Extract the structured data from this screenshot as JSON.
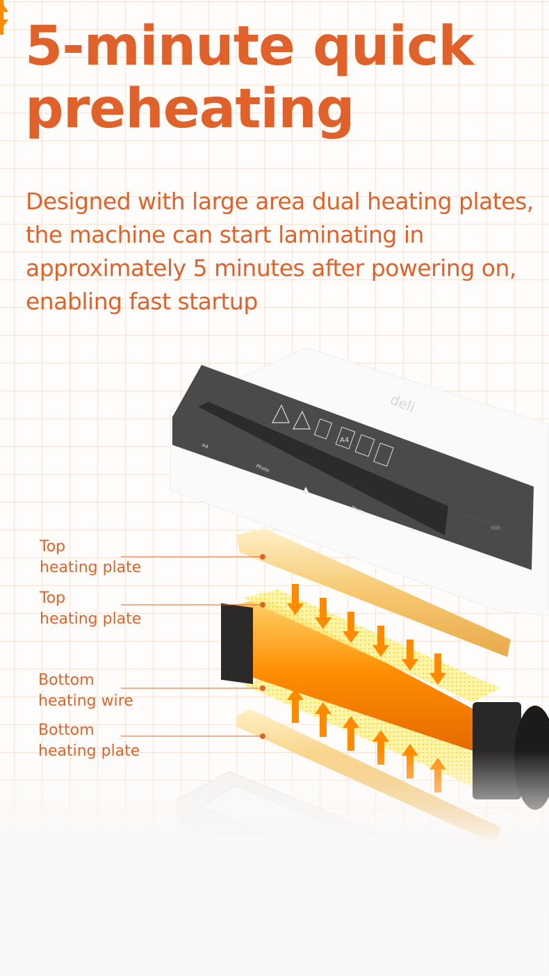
{
  "headline": "5-minute quick preheating",
  "description": "Designed with large area dual heating plates, the machine can start laminating in approximately 5 minutes after powering on, enabling fast startup",
  "product": {
    "brand": "deli",
    "panel_labels": [
      "A4",
      "Photo",
      "Photo",
      "A4"
    ],
    "icon_label_a4": "A4",
    "indicator_label": "Working status indicator"
  },
  "callouts": [
    {
      "line1": "Top",
      "line2": "heating plate"
    },
    {
      "line1": "Top",
      "line2": "heating plate"
    },
    {
      "line1": "Bottom",
      "line2": "heating wire"
    },
    {
      "line1": "Bottom",
      "line2": "heating plate"
    }
  ],
  "colors": {
    "accent": "#e0622a",
    "grid": "#f8dccd",
    "panel": "#4a4a4a",
    "heat": "#ff8a00"
  }
}
